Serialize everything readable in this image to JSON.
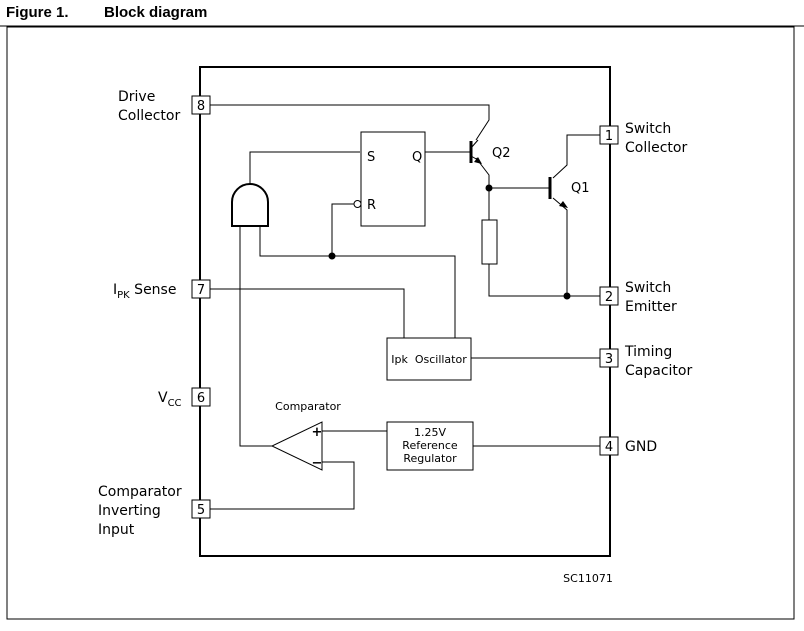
{
  "figure": {
    "number": "Figure 1.",
    "title": "Block diagram"
  },
  "pins": [
    {
      "num": "1",
      "label1": "Switch",
      "label2": "Collector"
    },
    {
      "num": "2",
      "label1": "Switch",
      "label2": "Emitter"
    },
    {
      "num": "3",
      "label1": "Timing",
      "label2": "Capacitor"
    },
    {
      "num": "4",
      "label1": "GND"
    },
    {
      "num": "5",
      "label1": "Comparator",
      "label2": "Inverting",
      "label3": "Input"
    },
    {
      "num": "6",
      "label_main": "V",
      "label_sub": "CC"
    },
    {
      "num": "7",
      "label_main": "I",
      "label_sub": "PK",
      "label_rest": " Sense"
    },
    {
      "num": "8",
      "label1": "Drive",
      "label2": "Collector"
    }
  ],
  "blocks": {
    "flipflop_s": "S",
    "flipflop_r": "R",
    "flipflop_q": "Q",
    "oscillator": "Ipk  Oscillator",
    "regulator": [
      "1.25V",
      "Reference",
      "Regulator"
    ],
    "comparator": "Comparator",
    "comp_plus": "+",
    "comp_minus": "−",
    "q1": "Q1",
    "q2": "Q2"
  },
  "code": "SC11071"
}
